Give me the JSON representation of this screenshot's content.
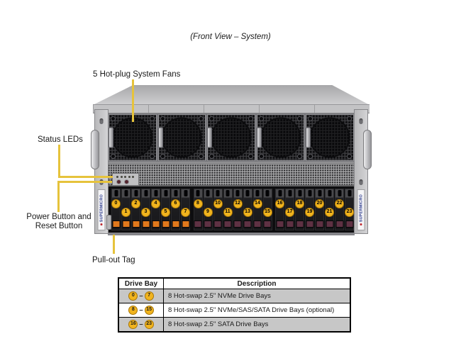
{
  "figure": {
    "title": "(Front View – System)"
  },
  "callouts": {
    "fans_label": "5 Hot-plug System Fans",
    "status_leds_label": "Status LEDs",
    "power_label_line1": "Power Button and",
    "power_label_line2": "Reset Button",
    "pullout_label": "Pull-out Tag"
  },
  "chassis": {
    "brand": "SUPERMICRO",
    "fan_count": 5,
    "status_led_count": 5,
    "drive_groups": [
      {
        "name": "drive-bays-0-7",
        "latch_color": "#e0781c",
        "bays": [
          0,
          1,
          2,
          3,
          4,
          5,
          6,
          7
        ]
      },
      {
        "name": "drive-bays-8-15",
        "latch_color": "#5e3143",
        "bays": [
          8,
          9,
          10,
          11,
          12,
          13,
          14,
          15
        ]
      },
      {
        "name": "drive-bays-16-23",
        "latch_color": "#5e3143",
        "bays": [
          16,
          17,
          18,
          19,
          20,
          21,
          22,
          23
        ]
      }
    ]
  },
  "table": {
    "headers": [
      "Drive Bay",
      "Description"
    ],
    "range_separator": "–",
    "rows": [
      {
        "from": "0",
        "to": "7",
        "description": "8 Hot-swap 2.5\" NVMe Drive Bays"
      },
      {
        "from": "8",
        "to": "15",
        "description": "8 Hot-swap 2.5\" NVMe/SAS/SATA Drive Bays (optional)"
      },
      {
        "from": "16",
        "to": "23",
        "description": "8 Hot-swap 2.5\" SATA Drive Bays"
      }
    ]
  },
  "colors": {
    "callout_line": "#e6c33c",
    "bay_number_circle": "#f1b41e",
    "latch_orange": "#e0781c",
    "latch_maroon": "#5e3143",
    "brand_blue": "#2b3a8c",
    "brand_dot_red": "#c0262c",
    "table_gray_row": "#c7c7c7"
  }
}
